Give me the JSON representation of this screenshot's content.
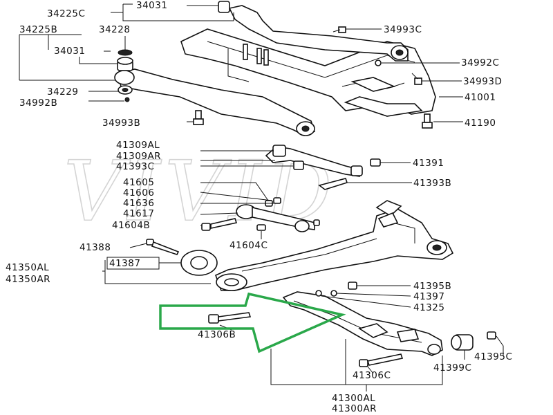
{
  "watermark": "VIVID",
  "arrow_color": "#2aa84a",
  "labels": [
    {
      "id": "34225c",
      "text": "34225C"
    },
    {
      "id": "34031a",
      "text": "34031"
    },
    {
      "id": "34225b",
      "text": "34225B"
    },
    {
      "id": "34228",
      "text": "34228"
    },
    {
      "id": "34031b",
      "text": "34031"
    },
    {
      "id": "34993c",
      "text": "34993C"
    },
    {
      "id": "34992c",
      "text": "34992C"
    },
    {
      "id": "34993d",
      "text": "34993D"
    },
    {
      "id": "34229",
      "text": "34229"
    },
    {
      "id": "41001",
      "text": "41001"
    },
    {
      "id": "34992b",
      "text": "34992B"
    },
    {
      "id": "34993b",
      "text": "34993B"
    },
    {
      "id": "41190",
      "text": "41190"
    },
    {
      "id": "41309al",
      "text": "41309AL"
    },
    {
      "id": "41309ar",
      "text": "41309AR"
    },
    {
      "id": "41393c",
      "text": "41393C"
    },
    {
      "id": "41391",
      "text": "41391"
    },
    {
      "id": "41605",
      "text": "41605"
    },
    {
      "id": "41606",
      "text": "41606"
    },
    {
      "id": "41393b",
      "text": "41393B"
    },
    {
      "id": "41636",
      "text": "41636"
    },
    {
      "id": "41617",
      "text": "41617"
    },
    {
      "id": "41604b",
      "text": "41604B"
    },
    {
      "id": "41604c",
      "text": "41604C"
    },
    {
      "id": "41388",
      "text": "41388"
    },
    {
      "id": "41350al",
      "text": "41350AL"
    },
    {
      "id": "41387",
      "text": "41387"
    },
    {
      "id": "41350ar",
      "text": "41350AR"
    },
    {
      "id": "41395b",
      "text": "41395B"
    },
    {
      "id": "41397",
      "text": "41397"
    },
    {
      "id": "41325",
      "text": "41325"
    },
    {
      "id": "41306b",
      "text": "41306B"
    },
    {
      "id": "41395c",
      "text": "41395C"
    },
    {
      "id": "41399c",
      "text": "41399C"
    },
    {
      "id": "41306c",
      "text": "41306C"
    },
    {
      "id": "41300al",
      "text": "41300AL"
    },
    {
      "id": "41300ar",
      "text": "41300AR"
    }
  ]
}
